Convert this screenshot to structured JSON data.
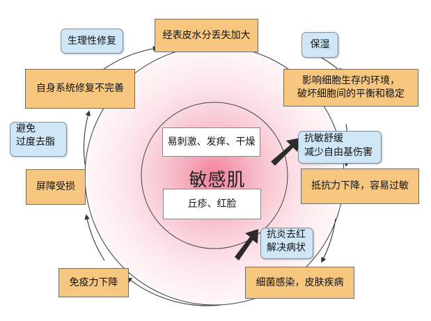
{
  "center": {
    "title": "敏感肌",
    "symptoms_top": "易刺激、发痒、干燥",
    "symptoms_bottom": "丘疹、红脸"
  },
  "cycle_steps": [
    "经表皮水分丢失加大",
    "影响细胞生存内环境，破坏细胞间的平衡和稳定",
    "抵抗力下降，容易过敏",
    "细菌感染，皮肤疾病",
    "免疫力下降",
    "屏障受损",
    "自身系统修复不完善"
  ],
  "callouts": {
    "physiological_repair": "生理性修复",
    "moisturize": "保湿",
    "avoid_degreasing": "避免过度去脂",
    "anti_sensitive": "抗敏舒缓减少自由基伤害",
    "anti_inflammatory": "抗炎去红解决病状"
  },
  "colors": {
    "step_box": "#f7c77f",
    "callout_box": "#cfe6f7",
    "center_glow": "#f06a8a"
  }
}
